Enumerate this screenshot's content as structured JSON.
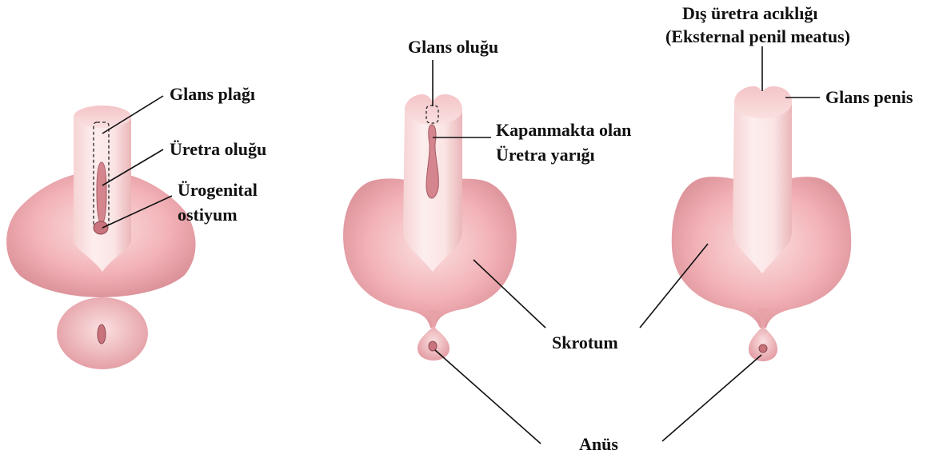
{
  "labels": {
    "glans_plate": "Glans plağı",
    "urethral_groove": "Üretra oluğu",
    "urogenital_ostium_line1": "Ürogenital",
    "urogenital_ostium_line2": "ostiyum",
    "glans_groove": "Glans oluğu",
    "closing_urethra_line1": "Kapanmakta olan",
    "closing_urethra_line2": "Üretra yarığı",
    "external_meatus_line1": "Dış üretra acıklığı",
    "external_meatus_line2": "(Eksternal penil meatus)",
    "glans_penis": "Glans penis",
    "scrotum": "Skrotum",
    "anus": "Anüs"
  },
  "colors": {
    "tissue_base": "#f2b5b9",
    "tissue_dark": "#d98d95",
    "tissue_light": "#fbe6e6",
    "shaft_light": "#fdeceb",
    "groove": "#c9737d",
    "outline": "#222222"
  }
}
